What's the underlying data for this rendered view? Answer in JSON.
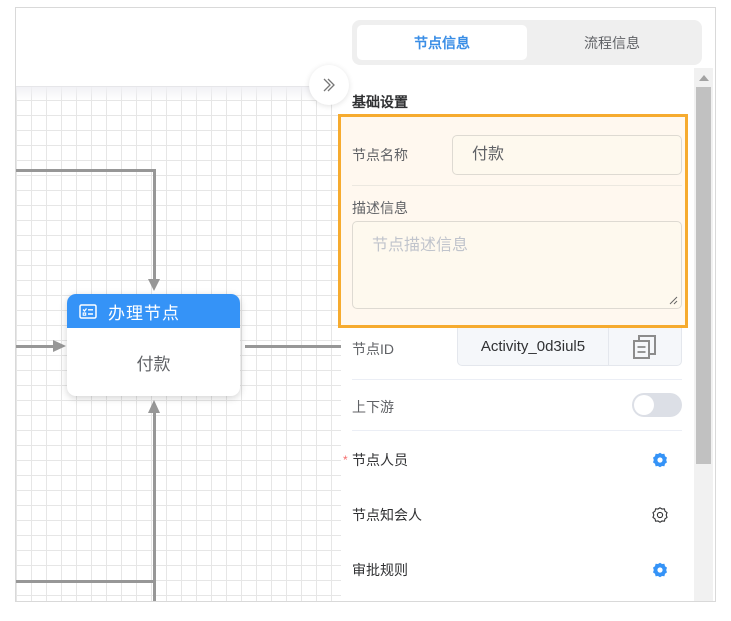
{
  "panel": {
    "tabs": [
      {
        "label": "节点信息",
        "active": true
      },
      {
        "label": "流程信息",
        "active": false
      }
    ],
    "section_title": "基础设置",
    "fields": {
      "node_name": {
        "label": "节点名称",
        "value": "付款"
      },
      "description": {
        "label": "描述信息",
        "placeholder": "节点描述信息",
        "value": ""
      },
      "node_id": {
        "label": "节点ID",
        "value": "Activity_0d3iul5",
        "copy_icon": "copy-icon"
      },
      "up_down_stream": {
        "label": "上下游",
        "enabled": false
      },
      "node_personnel": {
        "label": "节点人员",
        "required": true,
        "required_mark": "*",
        "icon": "gear-icon",
        "icon_color": "#3593f7"
      },
      "node_notify": {
        "label": "节点知会人",
        "icon": "gear-outline-icon",
        "icon_color": "#303133"
      },
      "approval_rule": {
        "label": "审批规则",
        "icon": "gear-icon",
        "icon_color": "#3593f7"
      }
    }
  },
  "canvas": {
    "collapse_button": {
      "icon": "double-chevron-right-icon",
      "glyph": "»"
    },
    "node": {
      "type_label": "办理节点",
      "name": "付款",
      "header_color": "#3593f7",
      "icon": "task-list-icon"
    }
  },
  "colors": {
    "accent": "#3a8ee6",
    "highlight_border": "#f6ab2f",
    "highlight_bg": "#fff8ef",
    "edge": "#979797"
  }
}
